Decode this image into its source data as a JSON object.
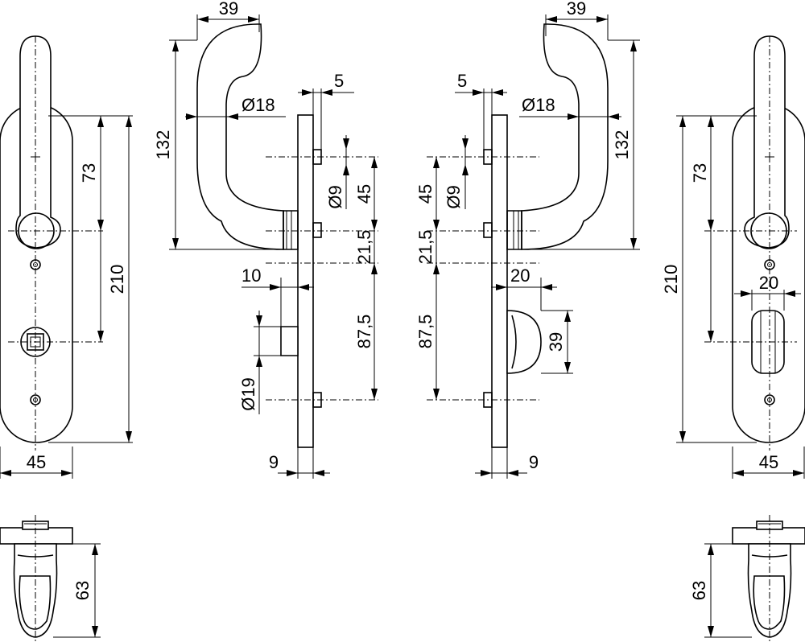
{
  "dimensions": {
    "left_plate_width": "45",
    "left_plate_height": "210",
    "left_handle_offset": "73",
    "left_rose_height": "63",
    "handle_reach_left": "39",
    "handle_height_left": "132",
    "grip_diam_left": "Ø18",
    "plate_gap_left": "5",
    "screw_diam_left": "Ø9",
    "screw_offset_left": "45",
    "spindle_offset_left": "21,5",
    "turn_offset_left": "87,5",
    "turn_proj_left": "10",
    "turn_diam_left": "Ø19",
    "plate_thick_left": "9",
    "handle_reach_right": "39",
    "handle_height_right": "132",
    "grip_diam_right": "Ø18",
    "plate_gap_right": "5",
    "screw_diam_right": "Ø9",
    "screw_offset_right": "45",
    "spindle_offset_right": "21,5",
    "turn_offset_right": "87,5",
    "knob_proj_right": "20",
    "knob_height_right": "39",
    "plate_thick_right": "9",
    "right_plate_height": "210",
    "right_handle_offset": "73",
    "right_knob_width": "20",
    "right_plate_width": "45",
    "right_rose_height": "63"
  }
}
